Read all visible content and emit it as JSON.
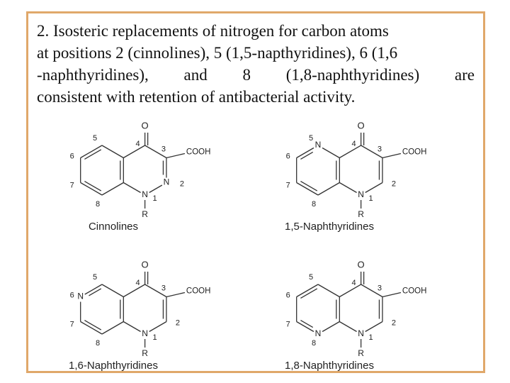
{
  "paragraph": {
    "line1": "2. Isosteric replacements of nitrogen for carbon atoms",
    "line2": "at positions 2 (cinnolines), 5 (1,5-napthyridines), 6 (1,6",
    "line3_words": [
      "-naphthyridines),",
      "and",
      "8",
      "(1,8-naphthyridines)",
      "are"
    ],
    "line4": "consistent with retention of antibacterial activity."
  },
  "structures": [
    {
      "caption": "Cinnolines",
      "n_positions": [
        "1",
        "2"
      ],
      "labels": {
        "oxo": "O",
        "acid": "COOH",
        "subst": "R",
        "n1": "N",
        "n_extra": "N"
      },
      "numbers": [
        "1",
        "2",
        "3",
        "4",
        "5",
        "6",
        "7",
        "8"
      ]
    },
    {
      "caption": "1,5-Naphthyridines",
      "n_positions": [
        "1",
        "5"
      ],
      "labels": {
        "oxo": "O",
        "acid": "COOH",
        "subst": "R",
        "n1": "N",
        "n_extra": "N"
      },
      "numbers": [
        "1",
        "2",
        "3",
        "4",
        "5",
        "6",
        "7",
        "8"
      ]
    },
    {
      "caption": "1,6-Naphthyridines",
      "n_positions": [
        "1",
        "6"
      ],
      "labels": {
        "oxo": "O",
        "acid": "COOH",
        "subst": "R",
        "n1": "N",
        "n_extra": "N"
      },
      "numbers": [
        "1",
        "2",
        "3",
        "4",
        "5",
        "6",
        "7",
        "8"
      ]
    },
    {
      "caption": "1,8-Naphthyridines",
      "n_positions": [
        "1",
        "8"
      ],
      "labels": {
        "oxo": "O",
        "acid": "COOH",
        "subst": "R",
        "n1": "N",
        "n_extra": "N"
      },
      "numbers": [
        "1",
        "2",
        "3",
        "4",
        "5",
        "6",
        "7",
        "8"
      ]
    }
  ],
  "colors": {
    "frame": "#e0a86a",
    "text": "#111111"
  }
}
